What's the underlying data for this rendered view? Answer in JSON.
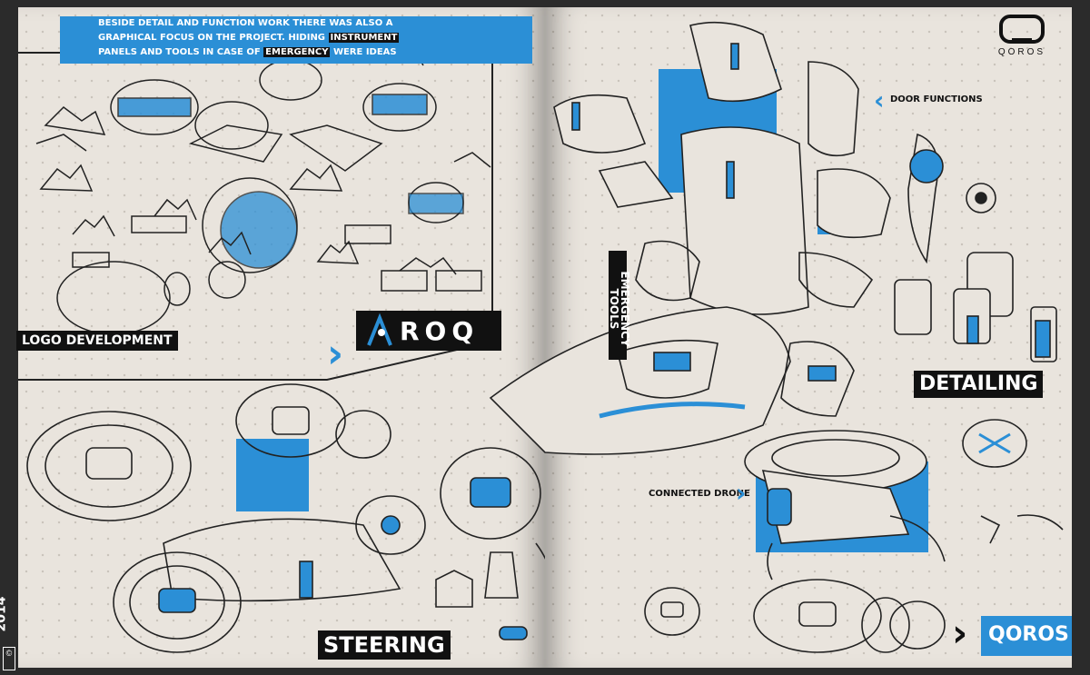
{
  "intro": {
    "before_instrument": "Beside detail and function work there was also a graphical focus on the project. Hiding ",
    "highlight_instrument": "instrument",
    "middle": " panels and tools in case of ",
    "highlight_emergency": "emergency",
    "after": " were ideas"
  },
  "sections": {
    "logo_development": "LOGO DEVELOPMENT",
    "steering": "STEERING",
    "detailing": "DETAILING",
    "emergency_tools": "EMERGENCY TOOLS"
  },
  "callouts": {
    "door_functions": "DOOR FUNCTIONS",
    "connected_drone": "CONNECTED DRONE"
  },
  "brand": {
    "logo_text": "QOROS",
    "banner": "QOROS",
    "roq_logo": "ROQ"
  },
  "footer": {
    "year": "2014"
  },
  "colors": {
    "accent_blue": "#2b8fd6",
    "paper": "#e9e4dd",
    "ink": "#111111"
  }
}
